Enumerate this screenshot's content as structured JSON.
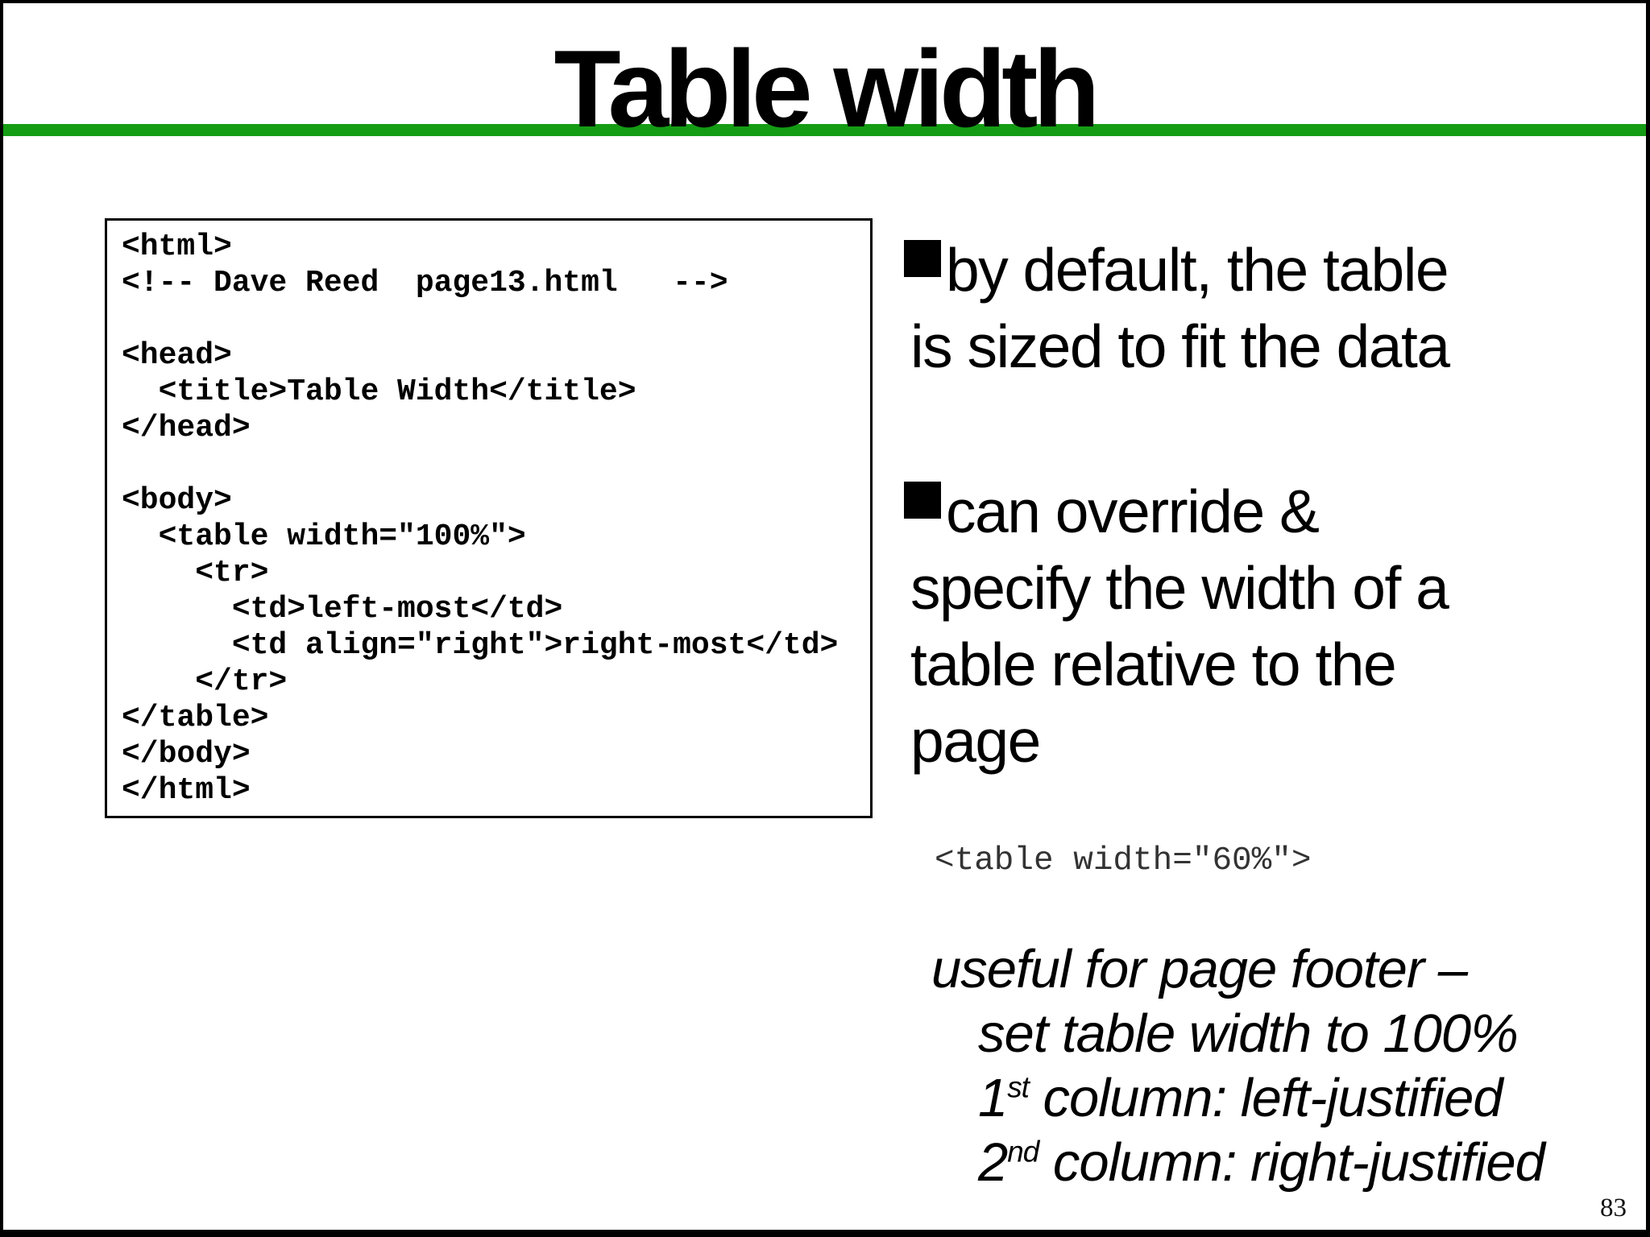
{
  "slide": {
    "title": "Table width",
    "page_number": "83",
    "accent_color": "#149c14"
  },
  "code_block": {
    "lines": [
      "<html>",
      "<!-- Dave Reed  page13.html   -->",
      "",
      "<head>",
      "  <title>Table Width</title>",
      "</head>",
      "",
      "<body>",
      "  <table width=\"100%\">",
      "    <tr>",
      "      <td>left-most</td>",
      "      <td align=\"right\">right-most</td>",
      "    </tr>",
      "</table>",
      "</body>",
      "</html>"
    ]
  },
  "bullets": [
    {
      "text": "by default, the table\nis sized to fit the data"
    },
    {
      "text": "can override &\nspecify the width of a\ntable relative to the\npage"
    }
  ],
  "code_snippet": "<table width=\"60%\">",
  "note": {
    "line1": "useful for page footer –",
    "line2": "set table width to 100%",
    "line3": {
      "num": "1",
      "sup": "st",
      "rest": " column: left-justified"
    },
    "line4": {
      "num": "2",
      "sup": "nd",
      "rest": " column: right-justified"
    }
  }
}
